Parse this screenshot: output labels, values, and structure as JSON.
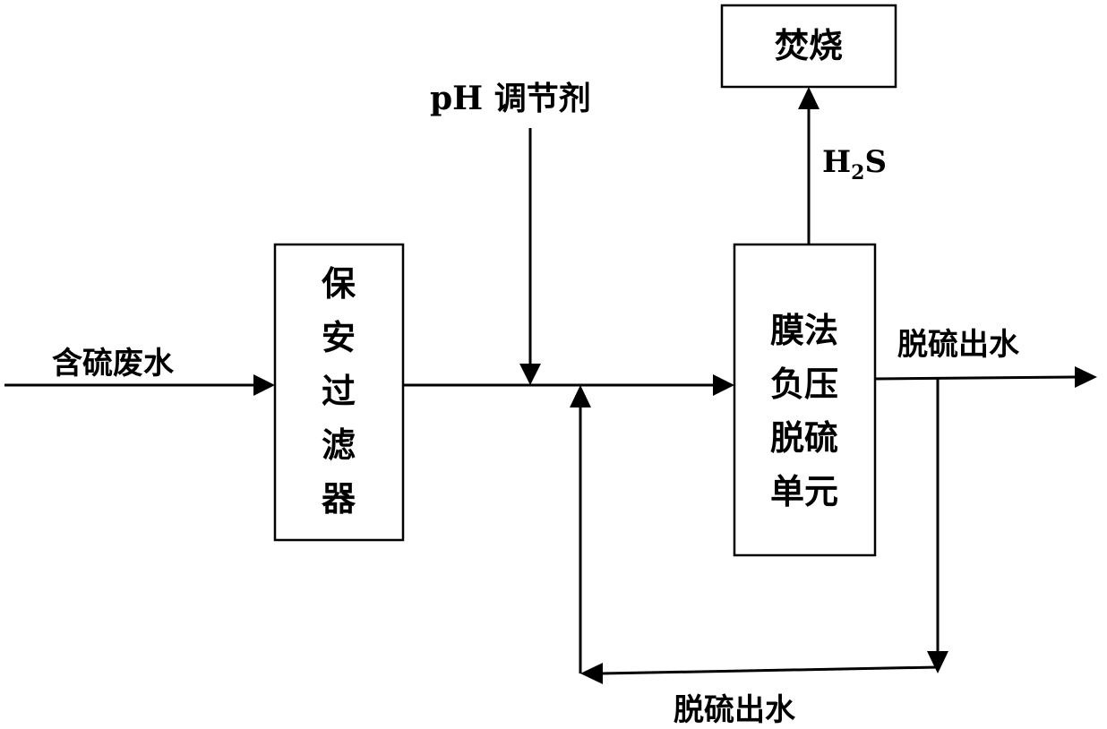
{
  "diagram": {
    "input_label": "含硫废水",
    "filter_box": {
      "lines": [
        "保",
        "安",
        "过",
        "滤",
        "器"
      ]
    },
    "ph_label": "pH 调节剂",
    "membrane_box": {
      "lines": [
        "膜法",
        "负压",
        "脱硫",
        "单元"
      ]
    },
    "gas_label": {
      "main": "H",
      "subscript": "2",
      "tail": "S"
    },
    "incinerate_box": {
      "label": "焚烧"
    },
    "output_label": "脱硫出水",
    "recycle_label": "脱硫出水"
  }
}
